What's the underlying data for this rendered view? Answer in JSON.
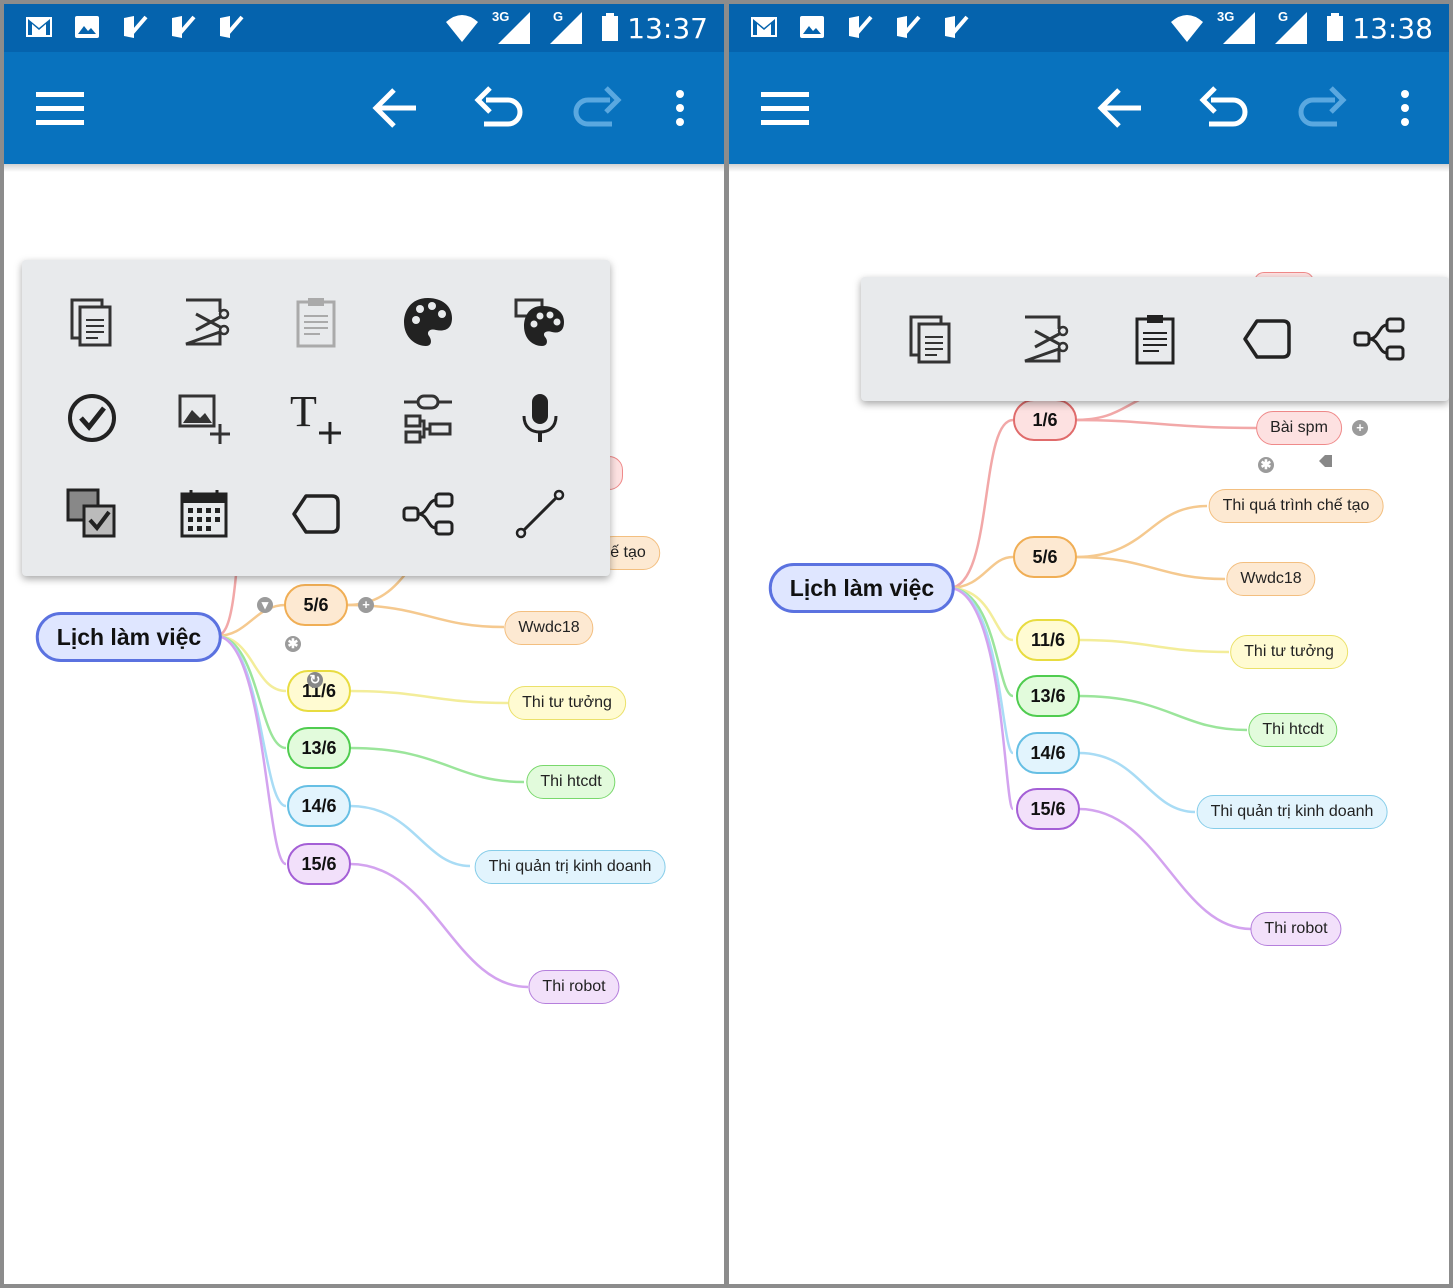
{
  "screens": [
    {
      "status": {
        "time": "13:37",
        "net1": "3G",
        "net2": "G"
      },
      "mindmap": {
        "root": "Lịch làm việc",
        "dates": [
          "5/6",
          "11/6",
          "13/6",
          "14/6",
          "15/6"
        ],
        "leaves": [
          "ế tạo",
          "Wwdc18",
          "Thi tư tưởng",
          "Thi htcdt",
          "Thi quản trị kinh doanh",
          "Thi robot"
        ]
      },
      "popup_icons": [
        "copy-icon",
        "cut-icon",
        "paste-icon",
        "palette-icon",
        "palette-branch-icon",
        "task-check-icon",
        "add-image-icon",
        "add-text-icon",
        "link-nodes-icon",
        "microphone-icon",
        "checkbox-style-icon",
        "calendar-icon",
        "boundary-icon",
        "relationship-icon",
        "line-icon"
      ]
    },
    {
      "status": {
        "time": "13:38",
        "net1": "3G",
        "net2": "G"
      },
      "mindmap": {
        "root": "Lịch làm việc",
        "dates": [
          "1/6",
          "5/6",
          "11/6",
          "13/6",
          "14/6",
          "15/6"
        ],
        "leaves": [
          "Bài spm",
          "Thi quá trình chế tạo",
          "Wwdc18",
          "Thi tư tưởng",
          "Thi htcdt",
          "Thi quản trị kinh doanh",
          "Thi robot"
        ]
      },
      "popup_icons": [
        "copy-icon",
        "cut-icon",
        "paste-icon",
        "boundary-icon",
        "relationship-icon"
      ]
    }
  ],
  "colors": {
    "statusbar": "#0563ad",
    "appbar": "#0872be",
    "popup": "#e8eaec"
  }
}
